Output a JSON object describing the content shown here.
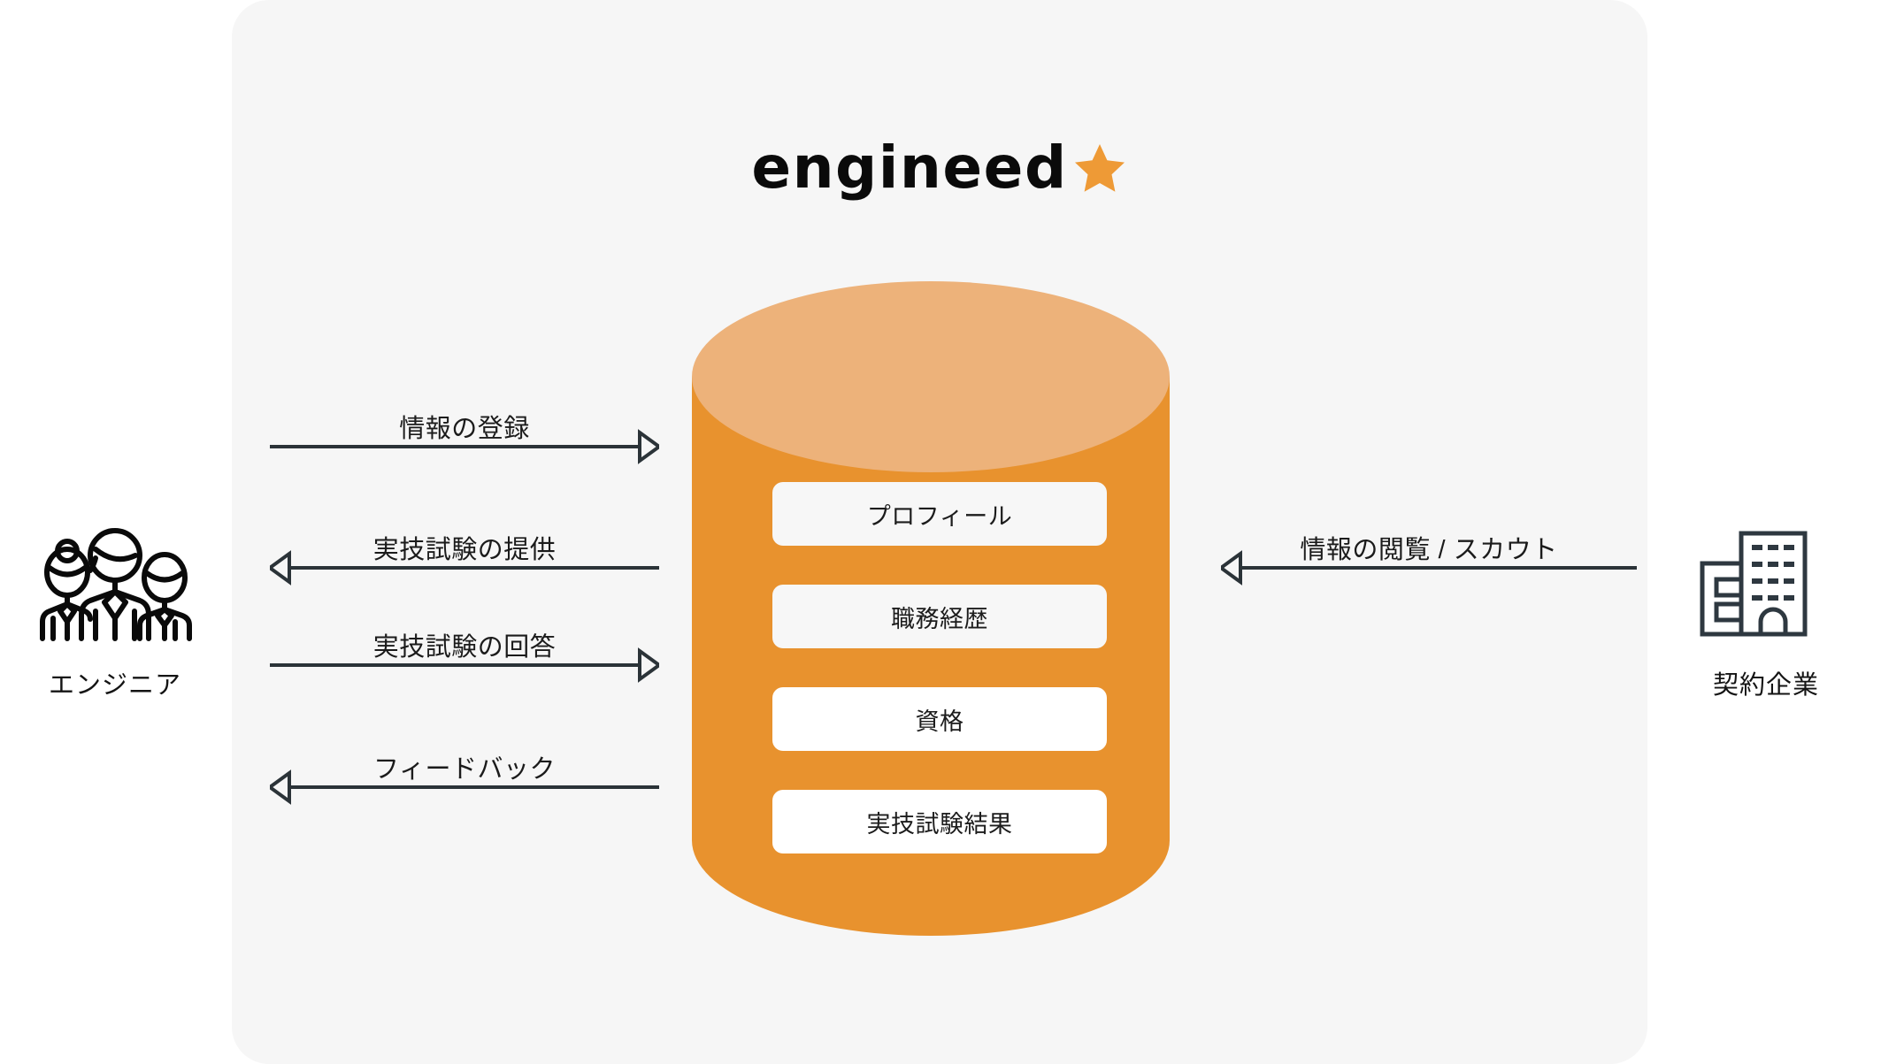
{
  "brand": {
    "logo_text": "engineed",
    "logo_icon": "star-icon",
    "star_color": "#EE9A36",
    "panel_bg": "#F6F6F6",
    "cylinder_body_color": "#E8922E",
    "cylinder_top_color": "#EDB27A",
    "line_color": "#2B3338"
  },
  "database": {
    "name": "engineed-database-cylinder",
    "items": [
      {
        "label": "プロフィール",
        "bg": "#F7F7F7"
      },
      {
        "label": "職務経歴",
        "bg": "#F7F7F7"
      },
      {
        "label": "資格",
        "bg": "#FFFFFF"
      },
      {
        "label": "実技試験結果",
        "bg": "#FFFFFF"
      }
    ]
  },
  "actors": {
    "left": {
      "label": "エンジニア",
      "icon": "people-group-icon"
    },
    "right": {
      "label": "契約企業",
      "icon": "office-building-icon"
    }
  },
  "flows": {
    "left": [
      {
        "label": "情報の登録",
        "direction": "right"
      },
      {
        "label": "実技試験の提供",
        "direction": "left"
      },
      {
        "label": "実技試験の回答",
        "direction": "right"
      },
      {
        "label": "フィードバック",
        "direction": "left"
      }
    ],
    "right": [
      {
        "label": "情報の閲覧 / スカウト",
        "direction": "left"
      }
    ]
  }
}
